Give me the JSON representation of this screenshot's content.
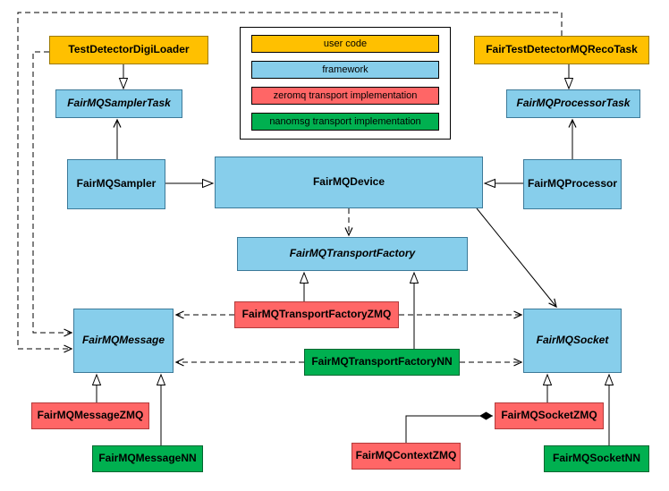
{
  "legend": {
    "items": [
      {
        "label": "user code",
        "color": "#ffc000"
      },
      {
        "label": "framework",
        "color": "#87ceeb"
      },
      {
        "label": "zeromq transport implementation",
        "color": "#ff6666"
      },
      {
        "label": "nanomsg transport implementation",
        "color": "#00b050"
      }
    ]
  },
  "nodes": {
    "testDetectorDigiLoader": {
      "label": "TestDetectorDigiLoader",
      "category": "user code",
      "abstract": false
    },
    "fairTestDetectorMQRecoTask": {
      "label": "FairTestDetectorMQRecoTask",
      "category": "user code",
      "abstract": false
    },
    "fairMQSamplerTask": {
      "label": "FairMQSamplerTask",
      "category": "framework",
      "abstract": true
    },
    "fairMQProcessorTask": {
      "label": "FairMQProcessorTask",
      "category": "framework",
      "abstract": true
    },
    "fairMQSampler": {
      "label": "FairMQSampler",
      "category": "framework",
      "abstract": false
    },
    "fairMQDevice": {
      "label": "FairMQDevice",
      "category": "framework",
      "abstract": false
    },
    "fairMQProcessor": {
      "label": "FairMQProcessor",
      "category": "framework",
      "abstract": false
    },
    "fairMQTransportFactory": {
      "label": "FairMQTransportFactory",
      "category": "framework",
      "abstract": true
    },
    "fairMQTransportFactoryZMQ": {
      "label": "FairMQTransportFactoryZMQ",
      "category": "zeromq transport implementation",
      "abstract": false
    },
    "fairMQTransportFactoryNN": {
      "label": "FairMQTransportFactoryNN",
      "category": "nanomsg transport implementation",
      "abstract": false
    },
    "fairMQMessage": {
      "label": "FairMQMessage",
      "category": "framework",
      "abstract": true
    },
    "fairMQSocket": {
      "label": "FairMQSocket",
      "category": "framework",
      "abstract": true
    },
    "fairMQMessageZMQ": {
      "label": "FairMQMessageZMQ",
      "category": "zeromq transport implementation",
      "abstract": false
    },
    "fairMQMessageNN": {
      "label": "FairMQMessageNN",
      "category": "nanomsg transport implementation",
      "abstract": false
    },
    "fairMQSocketZMQ": {
      "label": "FairMQSocketZMQ",
      "category": "zeromq transport implementation",
      "abstract": false
    },
    "fairMQContextZMQ": {
      "label": "FairMQContextZMQ",
      "category": "zeromq transport implementation",
      "abstract": false
    },
    "fairMQSocketNN": {
      "label": "FairMQSocketNN",
      "category": "nanomsg transport implementation",
      "abstract": false
    }
  },
  "edges": [
    {
      "from": "TestDetectorDigiLoader",
      "to": "FairMQSamplerTask",
      "type": "inheritance"
    },
    {
      "from": "FairTestDetectorMQRecoTask",
      "to": "FairMQProcessorTask",
      "type": "inheritance"
    },
    {
      "from": "FairMQSampler",
      "to": "FairMQSamplerTask",
      "type": "association"
    },
    {
      "from": "FairMQProcessor",
      "to": "FairMQProcessorTask",
      "type": "association"
    },
    {
      "from": "FairMQSampler",
      "to": "FairMQDevice",
      "type": "inheritance"
    },
    {
      "from": "FairMQProcessor",
      "to": "FairMQDevice",
      "type": "inheritance"
    },
    {
      "from": "FairMQDevice",
      "to": "FairMQTransportFactory",
      "type": "dependency"
    },
    {
      "from": "FairMQDevice",
      "to": "FairMQSocket",
      "type": "association"
    },
    {
      "from": "FairMQTransportFactoryZMQ",
      "to": "FairMQTransportFactory",
      "type": "inheritance"
    },
    {
      "from": "FairMQTransportFactoryNN",
      "to": "FairMQTransportFactory",
      "type": "inheritance"
    },
    {
      "from": "FairMQTransportFactoryZMQ",
      "to": "FairMQMessage",
      "type": "dependency"
    },
    {
      "from": "FairMQTransportFactoryZMQ",
      "to": "FairMQSocket",
      "type": "dependency"
    },
    {
      "from": "FairMQTransportFactoryNN",
      "to": "FairMQMessage",
      "type": "dependency"
    },
    {
      "from": "FairMQTransportFactoryNN",
      "to": "FairMQSocket",
      "type": "dependency"
    },
    {
      "from": "TestDetectorDigiLoader",
      "to": "FairMQMessage",
      "type": "dependency"
    },
    {
      "from": "FairTestDetectorMQRecoTask",
      "to": "FairMQMessage",
      "type": "dependency"
    },
    {
      "from": "FairMQMessageZMQ",
      "to": "FairMQMessage",
      "type": "inheritance"
    },
    {
      "from": "FairMQMessageNN",
      "to": "FairMQMessage",
      "type": "inheritance"
    },
    {
      "from": "FairMQSocketZMQ",
      "to": "FairMQSocket",
      "type": "inheritance"
    },
    {
      "from": "FairMQSocketNN",
      "to": "FairMQSocket",
      "type": "inheritance"
    },
    {
      "from": "FairMQContextZMQ",
      "to": "FairMQSocketZMQ",
      "type": "composition"
    }
  ]
}
